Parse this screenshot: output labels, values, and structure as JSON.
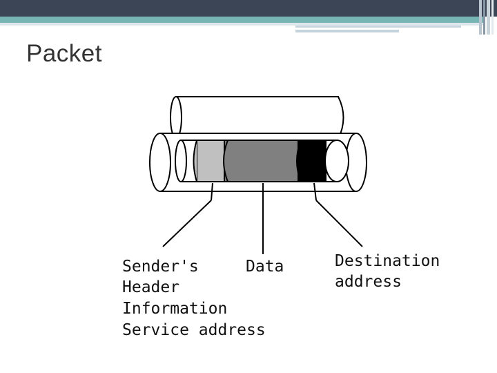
{
  "slide": {
    "title": "Packet"
  },
  "diagram": {
    "labels": {
      "sender_line1": "Sender's",
      "sender_line2": "Header",
      "sender_line3": "Information",
      "sender_line4": "Service address",
      "data": "Data",
      "destination_line1": "Destination",
      "destination_line2": "address"
    }
  },
  "colors": {
    "header_bar": "#3b4556",
    "accent_teal": "#76b5b3",
    "segment_header": "#c0c0c0",
    "segment_data": "#808080",
    "segment_destination": "#000000"
  }
}
